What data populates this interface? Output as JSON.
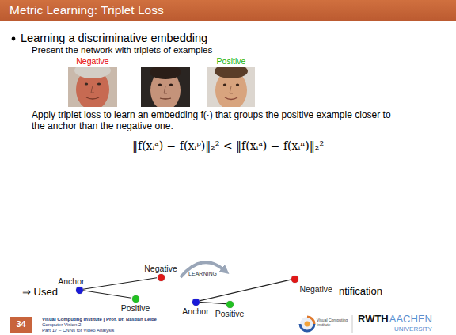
{
  "diagram": {
    "title": "Metric Learning: Triplet Loss",
    "nodes": [
      {
        "text": [
          "Anchor"
        ]
      },
      {
        "text": [
          "Negative"
        ]
      },
      {
        "text": [
          "Positive"
        ]
      },
      {
        "text": [
          "Anchor"
        ]
      },
      {
        "text": [
          "Positive"
        ]
      },
      {
        "text": [
          "Negative"
        ]
      }
    ],
    "edges": [
      {
        "from": 0,
        "to": 1,
        "arrow": "none"
      },
      {
        "from": 0,
        "to": 2,
        "arrow": "none"
      },
      {
        "from": 3,
        "to": 4,
        "arrow": "none"
      },
      {
        "from": 3,
        "to": 5,
        "arrow": "none"
      }
    ],
    "labels": [
      "Learning a discriminative embedding",
      "Present the network with triplets of examples",
      "Negative",
      "Positive",
      "Apply triplet loss to learn an embedding f(·) that groups the positive example closer to the anchor than the negative one.",
      "‖f(xᵢᵃ) − f(xᵢᵖ)‖₂² < ‖f(xᵢᵃ) − f(xᵢⁿ)‖₂²",
      "⇒ Used",
      "LEARNING",
      "ntification",
      "34",
      "Visual Computing Institute | Prof. Dr. Bastian Leibe",
      "Computer Vision 2",
      "Part 17 – CNNs for Video Analysis",
      "Visual Computing Institute",
      "RWTH",
      "AACHEN",
      "UNIVERSITY"
    ]
  }
}
